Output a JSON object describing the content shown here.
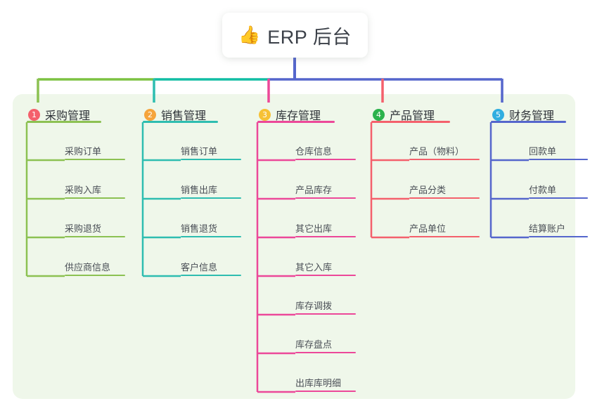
{
  "root": {
    "emoji": "👍",
    "emoji_name": "thumbs-up-icon",
    "title": "ERP 后台"
  },
  "theme": {
    "page_bg": "#ffffff",
    "panel_bg": "#eff7ea",
    "card_bg": "#ffffff",
    "text": "#2f3339",
    "leaf_text": "#4a4f56",
    "trunk_left": "#7dc242",
    "trunk_mid": "#12bda4",
    "trunk_right": "#5566cc"
  },
  "columns": [
    {
      "number": "1",
      "badge_color": "#f4606c",
      "line_color": "#8cc152",
      "label": "采购管理",
      "items": [
        "采购订单",
        "采购入库",
        "采购退货",
        "供应商信息"
      ]
    },
    {
      "number": "2",
      "badge_color": "#f5a43c",
      "line_color": "#2ebdb0",
      "label": "销售管理",
      "items": [
        "销售订单",
        "销售出库",
        "销售退货",
        "客户信息"
      ]
    },
    {
      "number": "3",
      "badge_color": "#f6c135",
      "line_color": "#ec4899",
      "label": "库存管理",
      "items": [
        "仓库信息",
        "产品库存",
        "其它出库",
        "其它入库",
        "库存调拨",
        "库存盘点",
        "出库库明细"
      ]
    },
    {
      "number": "4",
      "badge_color": "#2bb24c",
      "line_color": "#f4606c",
      "label": "产品管理",
      "items": [
        "产品（物料）",
        "产品分类",
        "产品单位"
      ]
    },
    {
      "number": "5",
      "badge_color": "#31aee0",
      "line_color": "#5566cc",
      "label": "财务管理",
      "items": [
        "回款单",
        "付款单",
        "结算账户"
      ]
    }
  ]
}
